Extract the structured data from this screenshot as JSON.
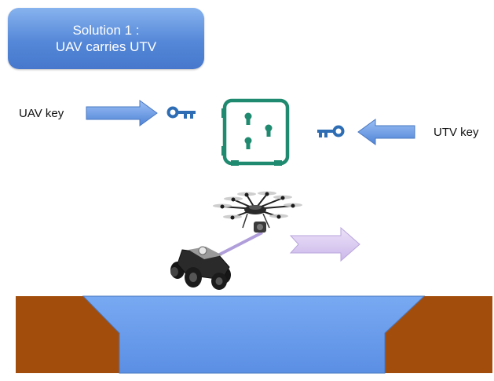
{
  "title": {
    "line1": "Solution 1 :",
    "line2": "UAV carries UTV"
  },
  "labels": {
    "uav_key": "UAV key",
    "utv_key": "UTV key"
  },
  "colors": {
    "title_box": "#5588d8",
    "arrow_blue": "#6d99e0",
    "key_blue": "#2e6db4",
    "safe_green": "#1f8a6f",
    "ground_brown": "#a24d0c",
    "water_blue": "#6fa0ec",
    "move_arrow": "#d8c8ef",
    "tether": "#a28ed4"
  },
  "icons": [
    "key-icon",
    "safe-icon",
    "drone-icon",
    "ground-robot-icon"
  ]
}
